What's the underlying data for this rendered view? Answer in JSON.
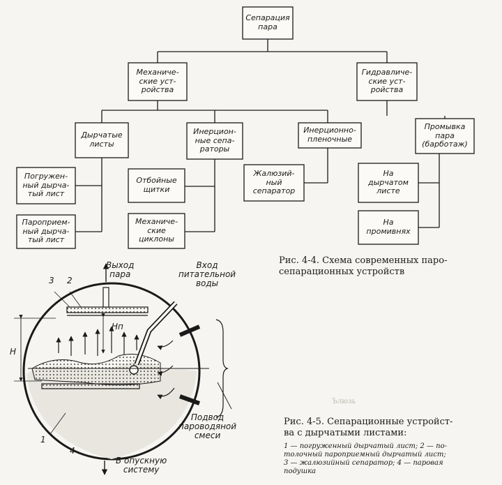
{
  "figure_4_4": {
    "root": "Сепарация\nпара",
    "branches": {
      "mechanical": "Механиче-\nские уст-\nройства",
      "hydraulic": "Гидравличе-\nские уст-\nройства"
    },
    "categories": {
      "perforated": "Дырчатые\nлисты",
      "inertial": "Инерцион-\nные сепа-\nраторы",
      "film": "Инерционно-\nпленочные",
      "washing": "Промывка\nпара\n(барботаж)"
    },
    "leaves": {
      "submerged": "Погружен-\nный дырча-\nтый лист",
      "steam_receiving": "Пароприем-\nный дырча-\nтый лист",
      "baffles": "Отбойные\nщитки",
      "cyclones": "Механиче-\nские\nциклоны",
      "louver": "Жалюзий-\nный\nсепаратор",
      "on_sheet": "На\nдырчатом\nлисте",
      "in_gaps": "На\nпромивнях"
    },
    "caption": "Рис. 4-4. Схема современных паро-\nсепарационных устройств"
  },
  "figure_4_5": {
    "labels": {
      "steam_out": "Выход\nпара",
      "feed_in": "Вход\nпитательной\nводы",
      "mixture_in": "Подвод\nпароводяной\nсмеси",
      "downcomer": "В опускную\nсистему",
      "num_3": "3",
      "num_2": "2",
      "num_1": "1",
      "num_4": "4",
      "h_n": "Hп",
      "h": "H"
    },
    "caption": "Рис. 4-5. Сепарационные устройст-\nва с дырчатыми листами:",
    "legend": "1 — погруженный дырчатый лист; 2 — по-\nтолочный пароприемный дырчатый лист;\n3 — жалюзийный сепаратор; 4 — паровая\nподушка"
  },
  "faint_text": "Ълюзь"
}
